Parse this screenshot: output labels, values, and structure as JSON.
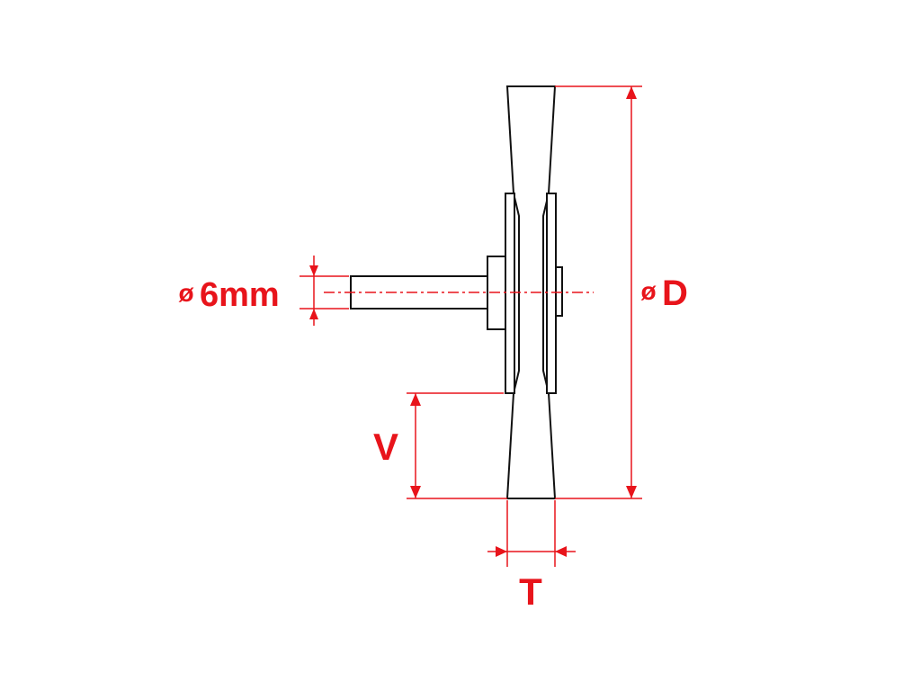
{
  "labels": {
    "shank_prefix": "ø",
    "shank": "6mm",
    "diameter_prefix": "ø",
    "diameter": "D",
    "v": "V",
    "t": "T"
  },
  "colors": {
    "dimension": "#e8141b",
    "outline": "#111111",
    "background": "#ffffff"
  }
}
